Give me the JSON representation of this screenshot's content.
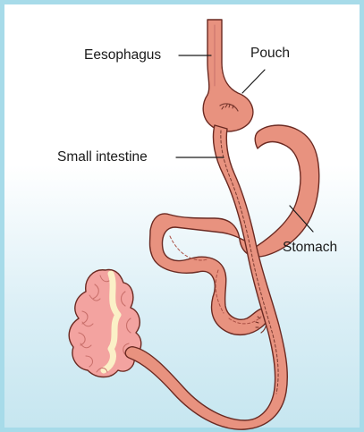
{
  "labels": {
    "esophagus": "Eesophagus",
    "pouch": "Pouch",
    "small_intestine": "Small intestine",
    "stomach": "Stomach"
  },
  "colors": {
    "frame_border": "#a7dbe9",
    "tissue": "#e8927f",
    "tissue_outline": "#6b2a22",
    "colon": "#f5a8a8",
    "colon_inner": "#fbf0c7"
  }
}
